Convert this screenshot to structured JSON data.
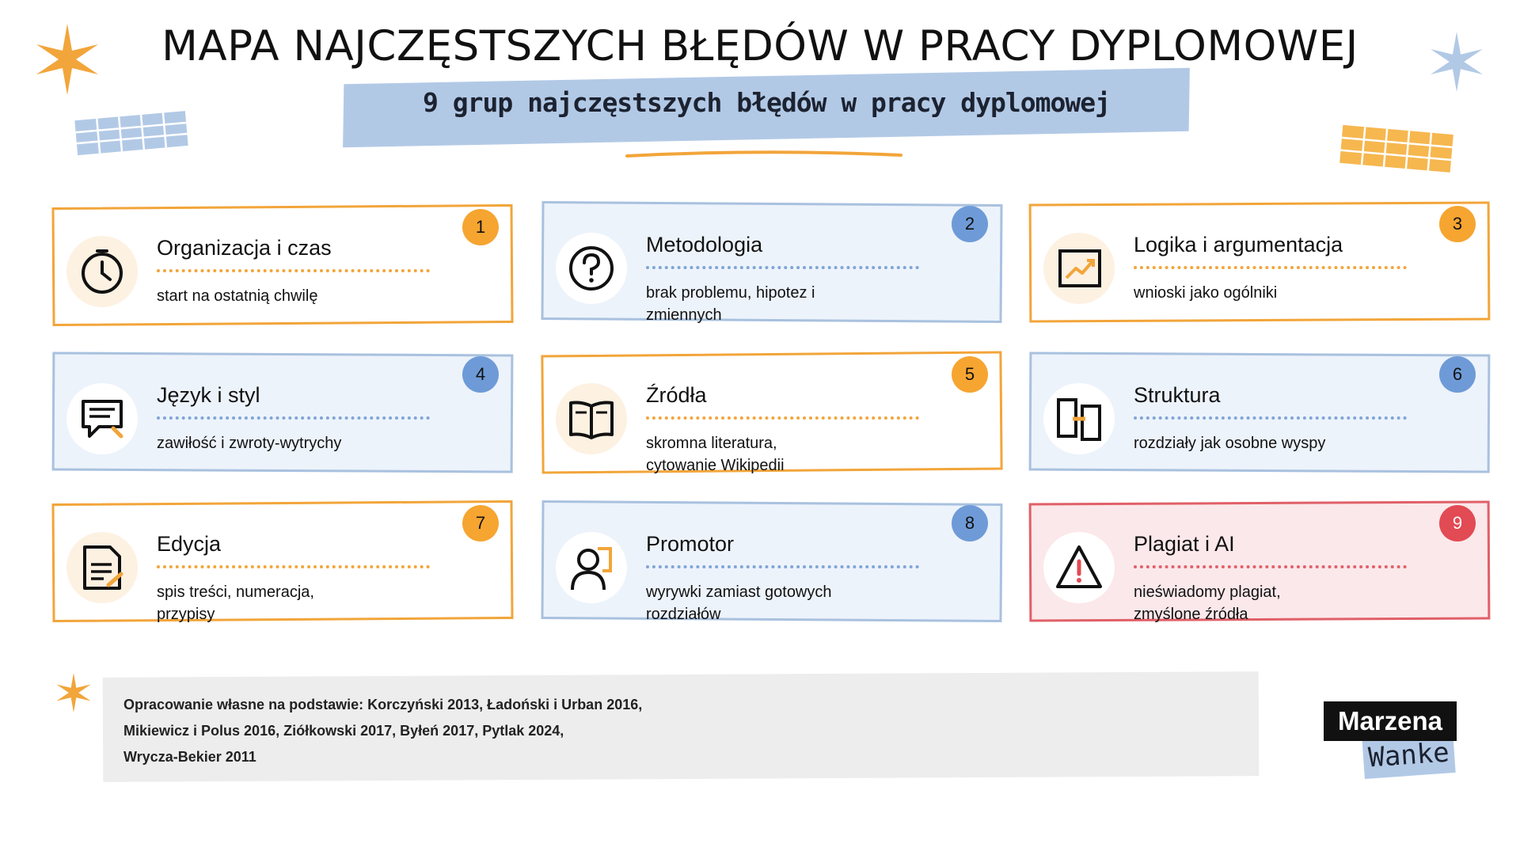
{
  "header": {
    "title": "MAPA NAJCZĘSTSZYCH BŁĘDÓW W PRACY DYPLOMOWEJ",
    "subtitle": "9 grup najczęstszych błędów w pracy dyplomowej"
  },
  "colors": {
    "orange": "#f2a53a",
    "blue": "#a9c1df",
    "blue_bg": "#edf3fb",
    "red": "#e06068",
    "red_bg": "#fbe8ea",
    "subtitle_band": "#b2c9e6"
  },
  "cards": [
    {
      "number": "1",
      "title": "Organizacja i czas",
      "desc": "start na ostatnią chwilę",
      "icon": "clock-icon",
      "style": "orange"
    },
    {
      "number": "2",
      "title": "Metodologia",
      "desc": "brak problemu, hipotez i zmiennych",
      "icon": "question-icon",
      "style": "blue"
    },
    {
      "number": "3",
      "title": "Logika i argumentacja",
      "desc": "wnioski jako ogólniki",
      "icon": "trend-chart-icon",
      "style": "orange"
    },
    {
      "number": "4",
      "title": "Język i styl",
      "desc": "zawiłość i zwroty-wytrychy",
      "icon": "chat-edit-icon",
      "style": "blue"
    },
    {
      "number": "5",
      "title": "Źródła",
      "desc": "skromna literatura, cytowanie Wikipedii",
      "icon": "open-book-icon",
      "style": "orange"
    },
    {
      "number": "6",
      "title": "Struktura",
      "desc": "rozdziały jak osobne wyspy",
      "icon": "structure-icon",
      "style": "blue"
    },
    {
      "number": "7",
      "title": "Edycja",
      "desc": "spis treści, numeracja, przypisy",
      "icon": "document-edit-icon",
      "style": "orange"
    },
    {
      "number": "8",
      "title": "Promotor",
      "desc": "wyrywki zamiast gotowych rozdziałów",
      "icon": "person-icon",
      "style": "blue"
    },
    {
      "number": "9",
      "title": "Plagiat i AI",
      "desc": "nieświadomy plagiat, zmyślone źródła",
      "icon": "warning-icon",
      "style": "red"
    }
  ],
  "footer": {
    "source_line1": "Opracowanie własne na podstawie: Korczyński 2013, Ładoński i Urban 2016,",
    "source_line2": "Mikiewicz i Polus 2016, Ziółkowski 2017, Byłeń 2017, Pytlak 2024,",
    "source_line3": "Wrycza-Bekier 2011"
  },
  "logo": {
    "line1": "Marzena",
    "line2": "Wanke"
  }
}
